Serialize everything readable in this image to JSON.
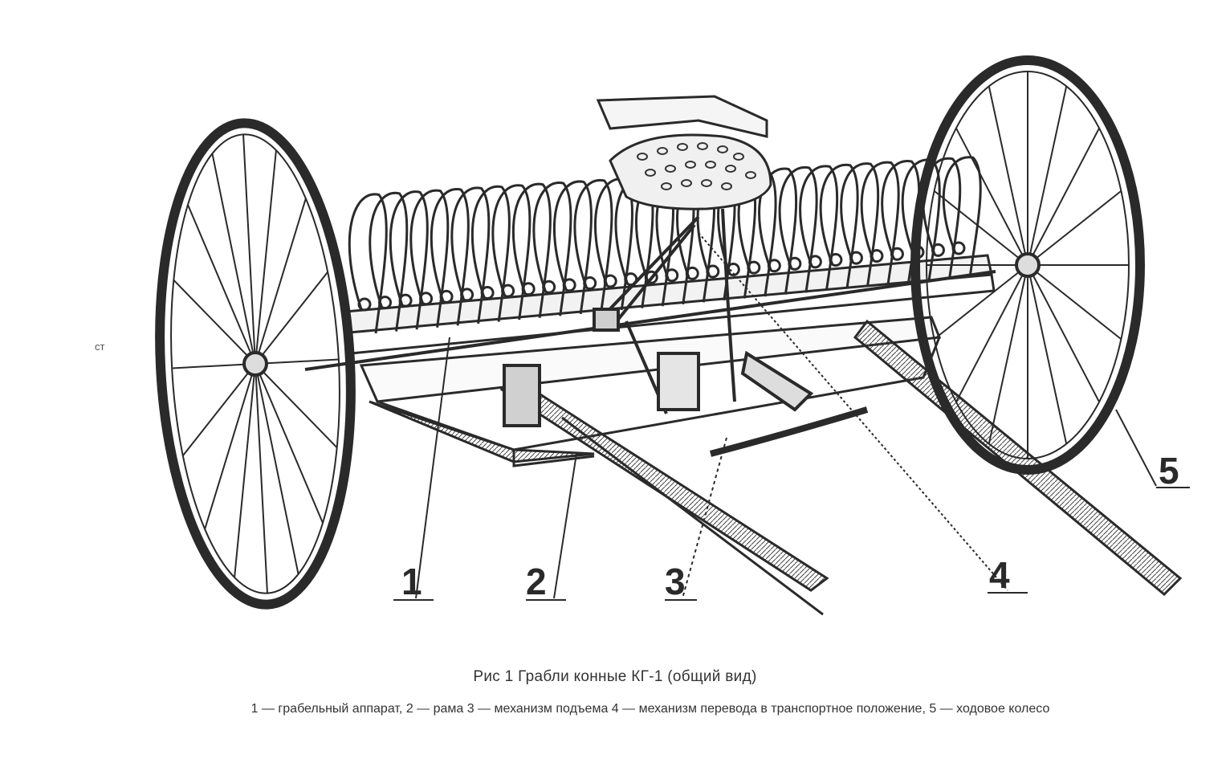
{
  "figure": {
    "title": "Рис 1 Грабли конные КГ-1 (общий вид)",
    "legend": "1 — грабельный аппарат, 2 — рама 3 — механизм подъема 4 — механизм перевода в транспортное положение, 5 — ходовое колесо",
    "stray_mark": "ст"
  },
  "callouts": [
    {
      "number": "1",
      "label": "грабельный аппарат"
    },
    {
      "number": "2",
      "label": "рама"
    },
    {
      "number": "3",
      "label": "механизм подъема"
    },
    {
      "number": "4",
      "label": "механизм перевода в транспортное положение"
    },
    {
      "number": "5",
      "label": "ходовое колесо"
    }
  ],
  "style": {
    "ink": "#2a2a2a",
    "paper": "#ffffff"
  }
}
